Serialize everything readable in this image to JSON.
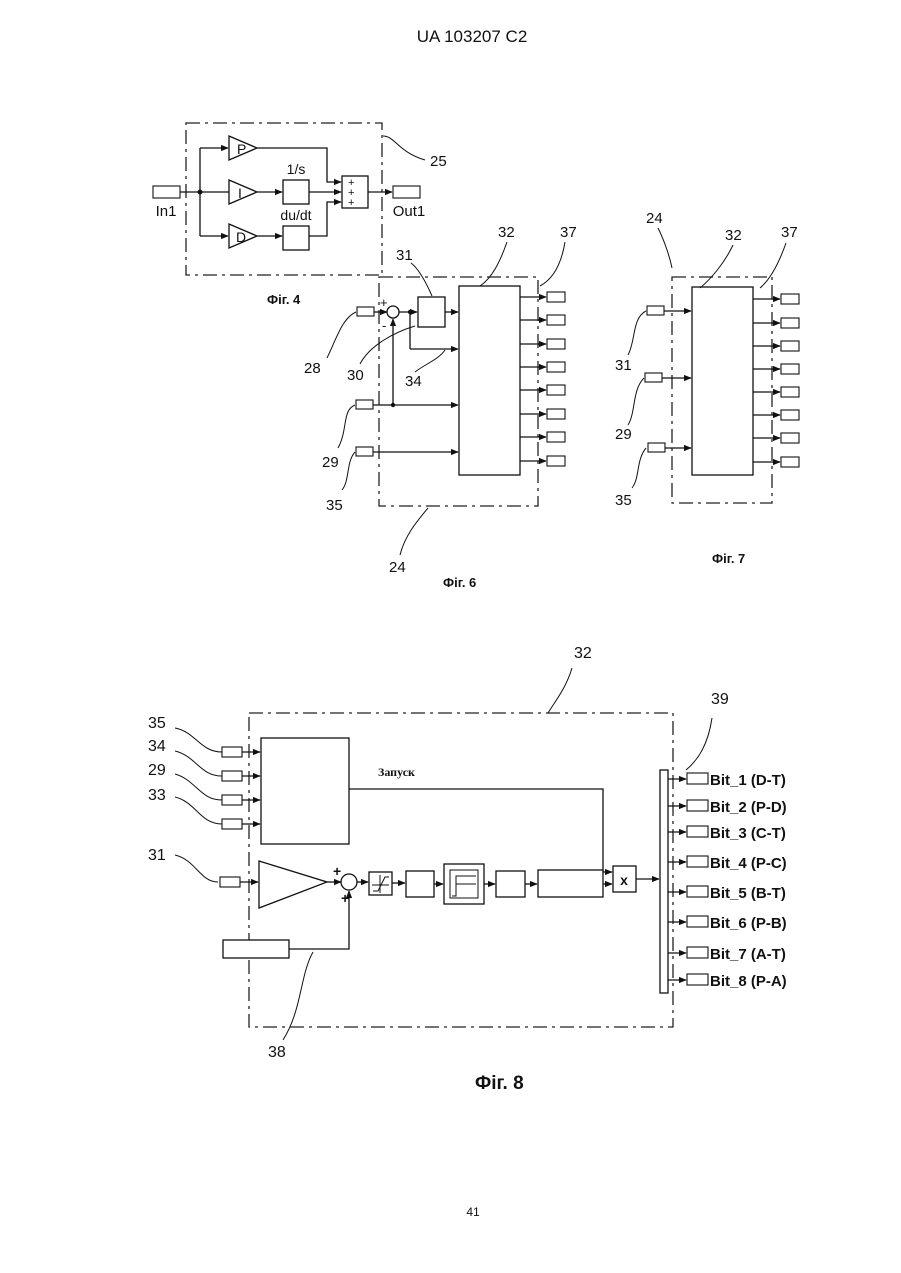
{
  "header": {
    "patent_id": "UA   103207   C2"
  },
  "footer": {
    "page_number": "41"
  },
  "fig4": {
    "caption": "Фіг. 4",
    "input_label": "In1",
    "output_label": "Out1",
    "gain_p": "P",
    "gain_i": "I",
    "gain_d": "D",
    "integrator_label": "1/s",
    "derivative_label": "du/dt",
    "sum_signs": "+\n+\n+",
    "ref_25": "25"
  },
  "fig6": {
    "caption": "Фіг. 6",
    "refs": {
      "r31": "31",
      "r32": "32",
      "r37": "37",
      "r28": "28",
      "r30": "30",
      "r34": "34",
      "r29": "29",
      "r35": "35",
      "r24": "24"
    },
    "plus_sign": "+",
    "minus_sign": "-"
  },
  "fig7": {
    "caption": "Фіг. 7",
    "refs": {
      "r24": "24",
      "r32": "32",
      "r37": "37",
      "r31": "31",
      "r29": "29",
      "r35": "35"
    }
  },
  "fig8": {
    "caption": "Фіг. 8",
    "start_label": "Запуск",
    "multiply_label": "x",
    "plus_sign": "+",
    "refs": {
      "r32": "32",
      "r39": "39",
      "r35": "35",
      "r34": "34",
      "r29": "29",
      "r33": "33",
      "r31": "31",
      "r38": "38"
    },
    "outputs": [
      "Bit_1 (D-T)",
      "Bit_2 (P-D)",
      "Bit_3 (C-T)",
      "Bit_4 (P-C)",
      "Bit_5 (B-T)",
      "Bit_6 (P-B)",
      "Bit_7 (A-T)",
      "Bit_8 (P-A)"
    ]
  }
}
